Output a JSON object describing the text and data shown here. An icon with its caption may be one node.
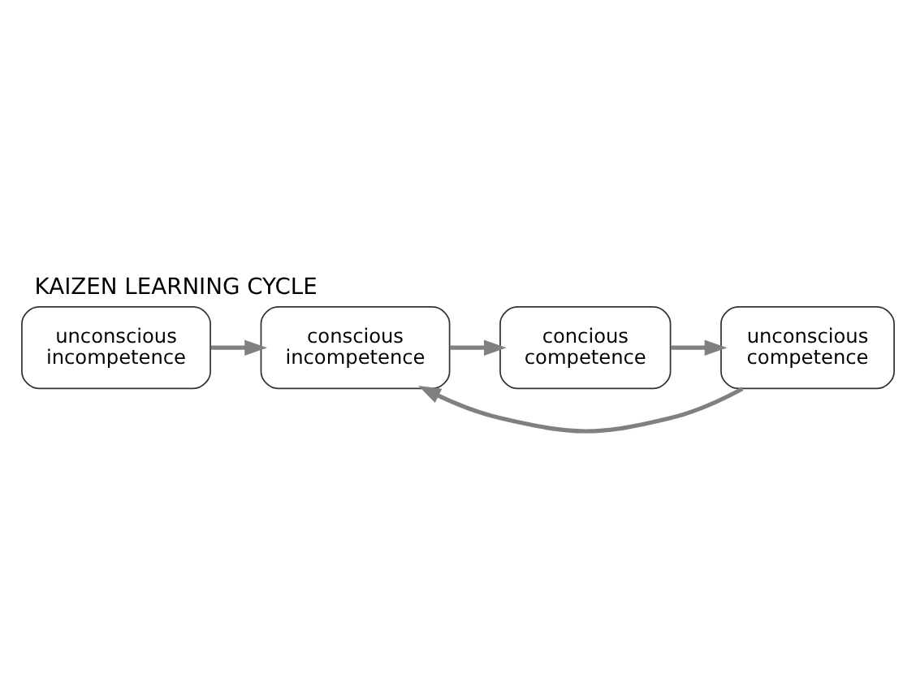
{
  "diagram": {
    "title": "KAIZEN LEARNING CYCLE",
    "nodes": [
      {
        "text": [
          "unconscious incompetence"
        ]
      },
      {
        "text": [
          "conscious incompetence"
        ]
      },
      {
        "text": [
          "concious competence"
        ]
      },
      {
        "text": [
          "unconscious competence"
        ]
      }
    ],
    "edges": [
      {
        "from": 0,
        "to": 1,
        "arrow": "to"
      },
      {
        "from": 1,
        "to": 2,
        "arrow": "to"
      },
      {
        "from": 2,
        "to": 3,
        "arrow": "to"
      },
      {
        "from": 3,
        "to": 1,
        "arrow": "to"
      }
    ]
  }
}
